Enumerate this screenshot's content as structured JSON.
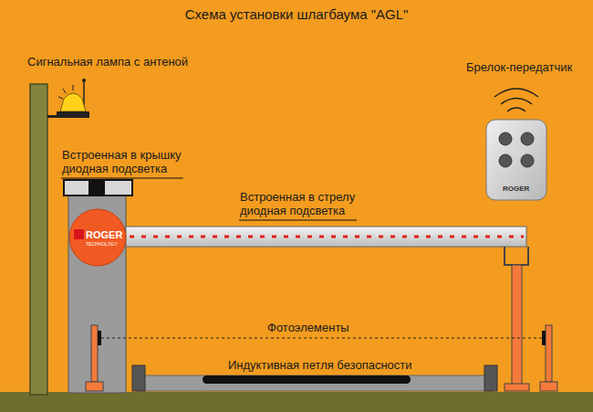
{
  "diagram": {
    "title": "Схема установки шлагбаума \"AGL\"",
    "nodes": [
      {
        "text": [
          "ROGER",
          "TECHNOLOGY"
        ]
      },
      {
        "text": [
          "ROGER"
        ]
      }
    ],
    "labels": [
      "Сигнальная лампа с антеной",
      "Брелок-передатчик",
      "Встроенная в крышку диодная подсветка",
      "Встроенная в стрелу диодная подсветка",
      "Фотоэлементы",
      "Индуктивная петля безопасности"
    ]
  }
}
